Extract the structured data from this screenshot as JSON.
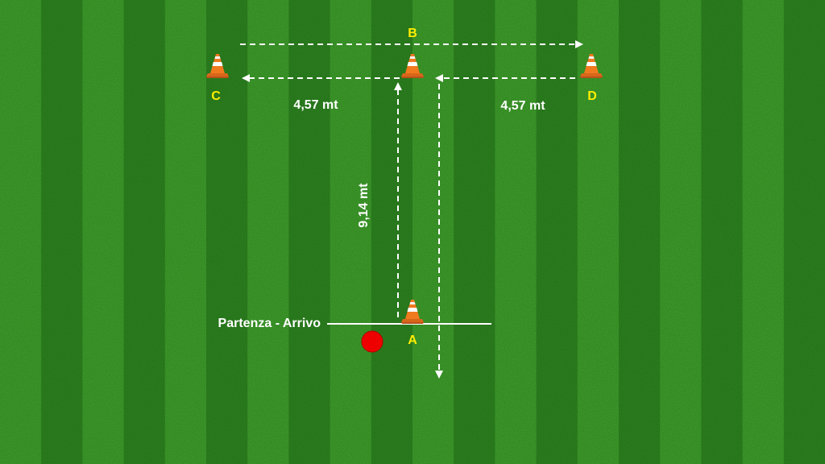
{
  "field": {
    "stripe_light": "#4a9e33",
    "stripe_dark": "#367f26"
  },
  "cones": {
    "A": "A",
    "B": "B",
    "C": "C",
    "D": "D",
    "cone_color": "#f07a1e",
    "label_color": "#ffee00"
  },
  "distances": {
    "left": "4,57 mt",
    "right": "4,57 mt",
    "vertical": "9,14 mt"
  },
  "start_line": {
    "label": "Partenza - Arrivo"
  },
  "ball": {
    "color": "#ee0000"
  }
}
